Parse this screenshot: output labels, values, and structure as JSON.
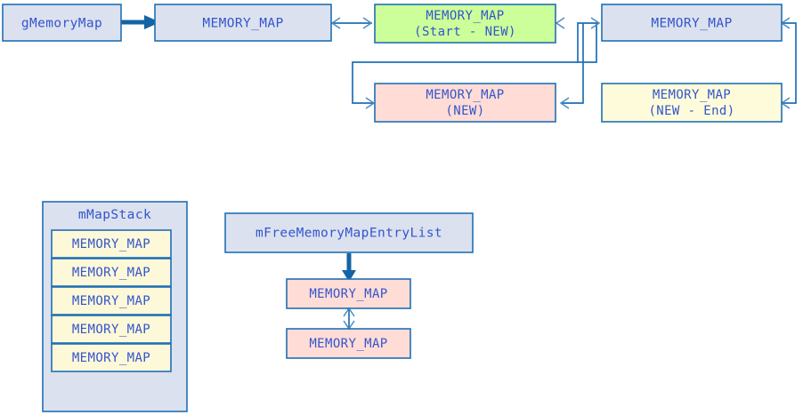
{
  "diagram": {
    "title": "Memory map linked list and free entry list diagram",
    "colors": {
      "blue_gray_fill": "#dce1ef",
      "green_fill": "#ccff99",
      "pink_fill": "#ffdcd6",
      "yellow_fill": "#fdfbda",
      "stack_item_fill": "#fdf8d8",
      "border": "#1f6fb5",
      "text": "#3355cc",
      "thick_arrow": "#1464a5"
    },
    "top_row": {
      "head_node": {
        "label": "gMemoryMap",
        "fill": "blue_gray_fill"
      },
      "nodes": [
        {
          "line1": "MEMORY_MAP",
          "line2": "",
          "fill": "blue_gray_fill",
          "name": "memory-map-node-1"
        },
        {
          "line1": "MEMORY_MAP",
          "line2": "(Start - NEW)",
          "fill": "green_fill",
          "name": "memory-map-node-start-new"
        },
        {
          "line1": "MEMORY_MAP",
          "line2": "",
          "fill": "blue_gray_fill",
          "name": "memory-map-node-2"
        },
        {
          "line1": "MEMORY_MAP",
          "line2": "(NEW)",
          "fill": "pink_fill",
          "name": "memory-map-node-new"
        },
        {
          "line1": "MEMORY_MAP",
          "line2": "(NEW - End)",
          "fill": "yellow_fill",
          "name": "memory-map-node-new-end"
        }
      ]
    },
    "map_stack": {
      "title": "mMapStack",
      "items": [
        "MEMORY_MAP",
        "MEMORY_MAP",
        "MEMORY_MAP",
        "MEMORY_MAP",
        "MEMORY_MAP"
      ]
    },
    "free_list": {
      "title": "mFreeMemoryMapEntryList",
      "entries": [
        "MEMORY_MAP",
        "MEMORY_MAP"
      ]
    }
  }
}
